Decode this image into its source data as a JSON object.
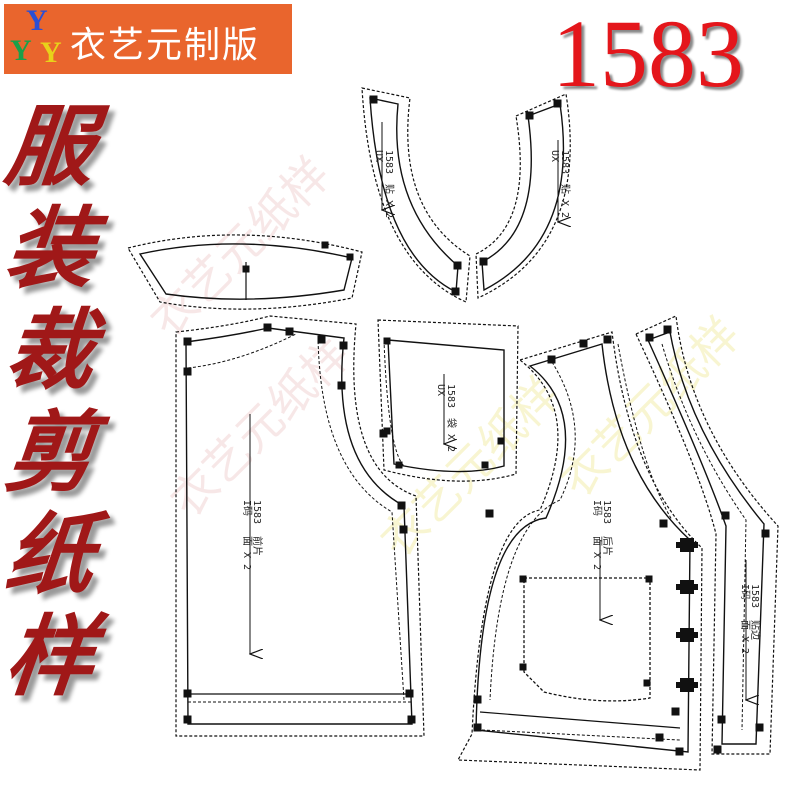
{
  "brand": {
    "letter_y1": "Y",
    "letter_y2": "Y",
    "letter_y3": "Y",
    "name": "衣艺元制版",
    "colors": {
      "background": "#e9652d",
      "text": "#ffffff",
      "y1": "#2b4fd6",
      "y2": "#1aa04a",
      "y3": "#e8d21a"
    }
  },
  "pattern_code": "1583",
  "title_chars": [
    "服",
    "装",
    "裁",
    "剪",
    "纸",
    "样"
  ],
  "watermarks": [
    "衣艺元纸样",
    "衣艺元纸样",
    "衣艺元纸样",
    "衣艺元纸样"
  ],
  "pieces": {
    "armhole_facing_left": {
      "label_1": "1583",
      "label_2": "UX",
      "label_3": "贴 X 2"
    },
    "armhole_facing_right": {
      "label_1": "1583",
      "label_2": "UX",
      "label_3": "贴 X 2"
    },
    "pocket_top": {
      "label_1": "1583",
      "label_2": "UX",
      "label_3": "袋 X 2"
    },
    "front_panel": {
      "label_1": "1583",
      "label_2": "I码",
      "label_3": "面 X 2",
      "label_4": "前片"
    },
    "back_panel": {
      "label_1": "1583",
      "label_2": "I码",
      "label_3": "面 X 2",
      "label_4": "后片"
    },
    "side_strip": {
      "label_1": "1583",
      "label_2": "I码",
      "label_3": "面 X 2",
      "label_4": "贴边"
    }
  },
  "colors": {
    "code_red": "#e4161b",
    "title_red": "#a01818",
    "outline": "#111111"
  }
}
